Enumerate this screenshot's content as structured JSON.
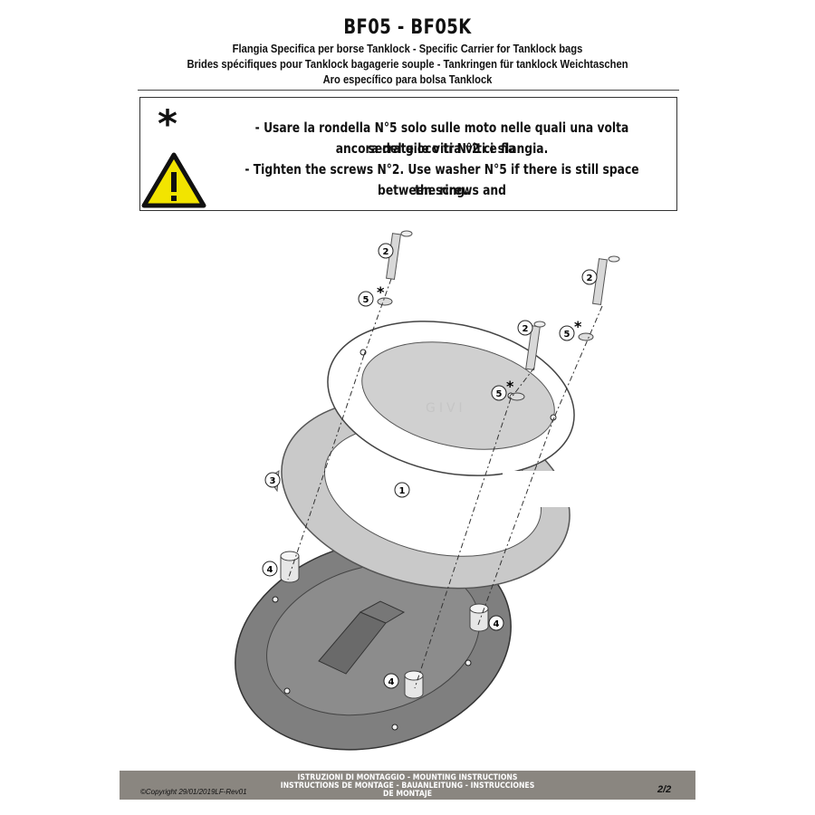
{
  "header": {
    "title": "BF05 - BF05K",
    "lines": [
      "Flangia Specifica per borse Tanklock - Specific Carrier for Tanklock bags",
      "Brides spécifiques pour Tanklock bagagerie souple - Tankringen für tanklock Weichtaschen",
      "Aro específico para bolsa Tanklock"
    ]
  },
  "warning": {
    "symbol": "*",
    "line1": "- Usare la rondella N°5 solo sulle moto nelle quali una volta serrate le viti N°2 ci sia",
    "line2": "ancora del gioco tra viti e flangia.",
    "line3": "- Tighten the screws N°2. Use washer N°5 if there is still space between screws and",
    "line4": "the ring.",
    "icon": "warning-triangle-icon",
    "icon_color": "#f2e400"
  },
  "callouts": {
    "screw": "2",
    "washer": "5",
    "ring": "1",
    "flange": "3",
    "spacer": "4",
    "asterisk": "*"
  },
  "watermark": "GIVI",
  "footer": {
    "line1": "ISTRUZIONI DI MONTAGGIO  -  MOUNTING INSTRUCTIONS",
    "line2": "INSTRUCTIONS DE MONTAGE - BAUANLEITUNG - INSTRUCCIONES",
    "line3": "DE MONTAJE",
    "copyright": "©Copyright 29/01/2019LF-Rev01",
    "page": "2/2",
    "bar_color": "#8a8680"
  }
}
